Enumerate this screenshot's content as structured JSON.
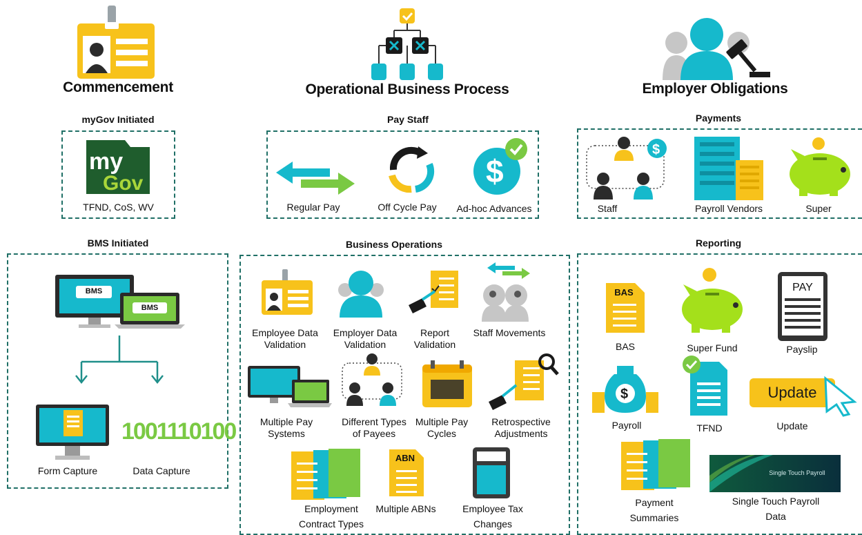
{
  "columns": {
    "commencement": "Commencement",
    "operational": "Operational Business Process",
    "employer": "Employer Obligations"
  },
  "sections": {
    "mygov": {
      "title": "myGov Initiated",
      "logo_line1": "my",
      "logo_line2": "Gov",
      "caption": "TFND, CoS, WV"
    },
    "bms": {
      "title": "BMS Initiated",
      "screen_label": "BMS",
      "laptop_label": "BMS",
      "binary_text": "1001110100",
      "items": [
        "Form Capture",
        "Data Capture"
      ]
    },
    "pay_staff": {
      "title": "Pay Staff",
      "items": [
        "Regular Pay",
        "Off Cycle Pay",
        "Ad-hoc Advances"
      ]
    },
    "business_operations": {
      "title": "Business Operations",
      "row1": [
        "Employee Data\nValidation",
        "Employer Data\nValidation",
        "Report\nValidation",
        "Staff Movements"
      ],
      "row2": [
        "Multiple Pay\nSystems",
        "Different Types\nof Payees",
        "Multiple Pay\nCycles",
        "Retrospective\nAdjustments"
      ],
      "row3": [
        "Employment\nContract Types",
        "Multiple ABNs",
        "Employee Tax\nChanges"
      ],
      "abn_label": "ABN"
    },
    "payments": {
      "title": "Payments",
      "items": [
        "Staff",
        "Payroll Vendors",
        "Super"
      ]
    },
    "reporting": {
      "title": "Reporting",
      "items": [
        "BAS",
        "Super Fund",
        "Payslip",
        "Payroll",
        "TFND",
        "Update",
        "Payment\nSummaries",
        "Single Touch Payroll\nData"
      ],
      "bas_label": "BAS",
      "pay_label": "PAY",
      "update_button": "Update",
      "stp_banner": "Single Touch Payroll"
    }
  },
  "colors": {
    "yellow": "#f7c21b",
    "teal": "#16b9cc",
    "green": "#7ac943",
    "dark_green": "#1f5d2d",
    "border": "#1f6f66",
    "gray": "#b0b0b0"
  }
}
